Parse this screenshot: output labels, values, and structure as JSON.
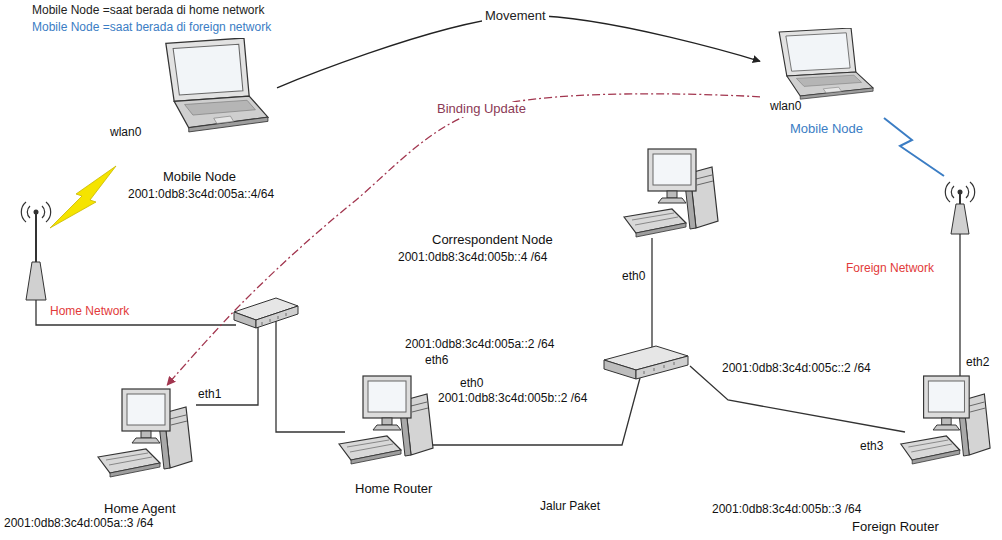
{
  "diagram": {
    "nodes": [
      {
        "text": [
          "Mobile Node",
          "2001:0db8:3c4d:005a::4/64"
        ]
      },
      {
        "text": [
          "Mobile Node"
        ]
      },
      {
        "text": [
          "Correspondent Node",
          "2001:0db8:3c4d:005b::4 /64"
        ]
      },
      {
        "text": [
          "Home Agent",
          "2001:0db8:3c4d:005a::3 /64"
        ]
      },
      {
        "text": [
          "Home Router"
        ]
      },
      {
        "text": [
          "Foreign Router"
        ]
      }
    ],
    "edges": [
      {
        "from": 0,
        "to": 1,
        "label": "Movement",
        "arrow": "to"
      },
      {
        "from": 1,
        "to": 3,
        "label": "Binding Update",
        "arrow": "to"
      }
    ],
    "labels": [
      "Mobile Node =saat berada di home network",
      "Mobile Node =saat berada di foreign network",
      "wlan0",
      "Home Network",
      "eth1",
      "2001:0db8:3c4d:005a::2 /64",
      "eth6",
      "eth0",
      "eth0",
      "2001:0db8:3c4d:005b::2 /64",
      "Jalur Paket",
      "wlan0",
      "Foreign Network",
      "2001:0db8:3c4d:005c::2 /64",
      "eth2",
      "eth3",
      "2001:0db8:3c4d:005b::3 /64"
    ]
  }
}
